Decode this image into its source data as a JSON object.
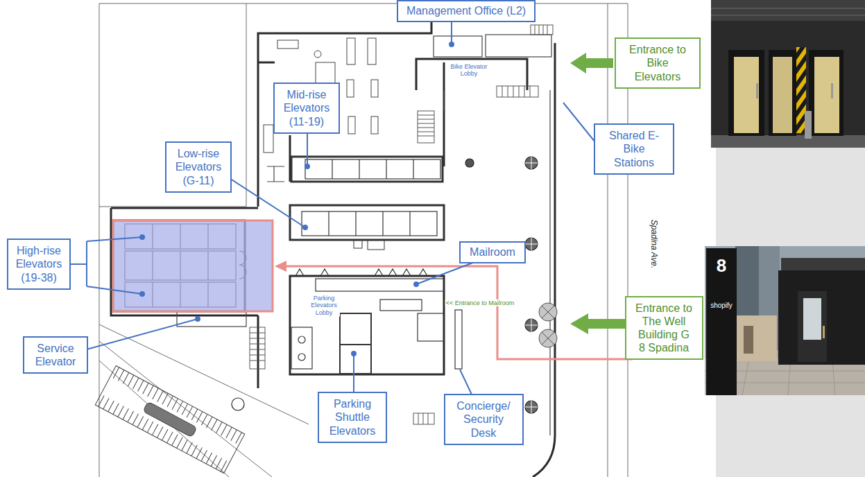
{
  "diagram": {
    "nodes": [
      {
        "text": [
          "Management Office (L2)"
        ]
      },
      {
        "text": [
          "Entrance to Bike Elevators"
        ]
      },
      {
        "text": [
          "Mid-rise Elevators (11-19)"
        ]
      },
      {
        "text": [
          "Shared E-Bike Stations"
        ]
      },
      {
        "text": [
          "Low-rise Elevators (G-11)"
        ]
      },
      {
        "text": [
          "High-rise Elevators (19-38)"
        ]
      },
      {
        "text": [
          "Mailroom"
        ]
      },
      {
        "text": [
          "Entrance to The Well Building G 8 Spadina"
        ]
      },
      {
        "text": [
          "Service Elevator"
        ]
      },
      {
        "text": [
          "Parking Shuttle Elevators"
        ]
      },
      {
        "text": [
          "Concierge/ Security Desk"
        ]
      }
    ],
    "labels": [
      "Bike Elevator Lobby",
      "Parking Elevators Lobby",
      "<< Entrance to Mailroom",
      "Spadina Ave.",
      "8",
      "shopify"
    ]
  }
}
